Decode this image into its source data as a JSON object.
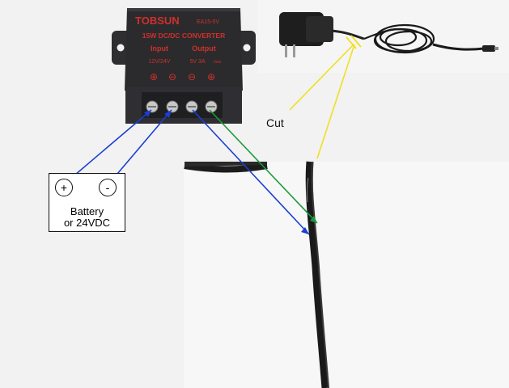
{
  "converter": {
    "brand": "TOBSUN",
    "model": "EA15-5V",
    "title": "15W DC/DC CONVERTER",
    "input_label": "Input",
    "output_label": "Output",
    "input_spec": "12V/24V",
    "output_spec": "5V 3A",
    "output_spec_suffix": "max",
    "symbols": [
      "⊕",
      "⊖",
      "⊖",
      "⊕"
    ]
  },
  "labels": {
    "cut": "Cut"
  },
  "battery": {
    "plus": "+",
    "minus": "-",
    "name": "Battery",
    "spec": "or 24VDC"
  },
  "colors": {
    "wire_blue": "#1a3fd0",
    "wire_green": "#1a9a3a",
    "wire_yellow": "#f0e020",
    "converter_body": "#2b2b2e",
    "converter_text": "#d0302a"
  }
}
